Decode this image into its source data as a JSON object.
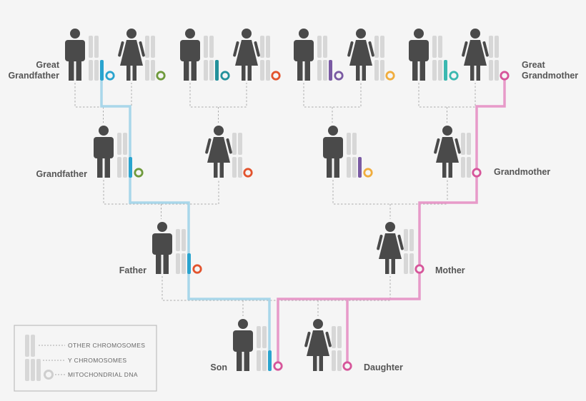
{
  "labels": {
    "great_grandfather": [
      "Great",
      "Grandfather"
    ],
    "great_grandmother": [
      "Great",
      "Grandmother"
    ],
    "grandfather": "Grandfather",
    "grandmother": "Grandmother",
    "father": "Father",
    "mother": "Mother",
    "son": "Son",
    "daughter": "Daughter"
  },
  "legend": {
    "other": "OTHER CHROMOSOMES",
    "y": "Y CHROMOSOMES",
    "mito": "MITOCHONDRIAL DNA"
  },
  "colors": {
    "figure": "#4a4a4a",
    "chromosome": "#d7d7d7",
    "y_line": "#a9d7ea",
    "mito_line": "#e79ac9",
    "dashed": "#aaaaaa",
    "text": "#555555"
  },
  "ancestors": [
    {
      "gen": "great-grandparent",
      "sex": "male",
      "y": "#2aa4cf",
      "mito": "#2aa4cf"
    },
    {
      "gen": "great-grandparent",
      "sex": "female",
      "y": null,
      "mito": "#6f9a3c"
    },
    {
      "gen": "great-grandparent",
      "sex": "male",
      "y": "#24919b",
      "mito": "#24919b"
    },
    {
      "gen": "great-grandparent",
      "sex": "female",
      "y": null,
      "mito": "#e2532d"
    },
    {
      "gen": "great-grandparent",
      "sex": "male",
      "y": "#7a5aa3",
      "mito": "#7a5aa3"
    },
    {
      "gen": "great-grandparent",
      "sex": "female",
      "y": null,
      "mito": "#f0ad3e"
    },
    {
      "gen": "great-grandparent",
      "sex": "male",
      "y": "#3bb8b0",
      "mito": "#3bb8b0"
    },
    {
      "gen": "great-grandparent",
      "sex": "female",
      "y": null,
      "mito": "#d6559a"
    },
    {
      "gen": "grandparent",
      "sex": "male",
      "y": "#2aa4cf",
      "mito": "#6f9a3c"
    },
    {
      "gen": "grandparent",
      "sex": "female",
      "y": null,
      "mito": "#e2532d"
    },
    {
      "gen": "grandparent",
      "sex": "male",
      "y": "#7a5aa3",
      "mito": "#f0ad3e"
    },
    {
      "gen": "grandparent",
      "sex": "female",
      "y": null,
      "mito": "#d6559a"
    },
    {
      "gen": "parent",
      "sex": "male",
      "y": "#2aa4cf",
      "mito": "#e2532d"
    },
    {
      "gen": "parent",
      "sex": "female",
      "y": null,
      "mito": "#d6559a"
    },
    {
      "gen": "child",
      "sex": "male",
      "y": "#2aa4cf",
      "mito": "#d6559a"
    },
    {
      "gen": "child",
      "sex": "female",
      "y": null,
      "mito": "#d6559a"
    }
  ]
}
